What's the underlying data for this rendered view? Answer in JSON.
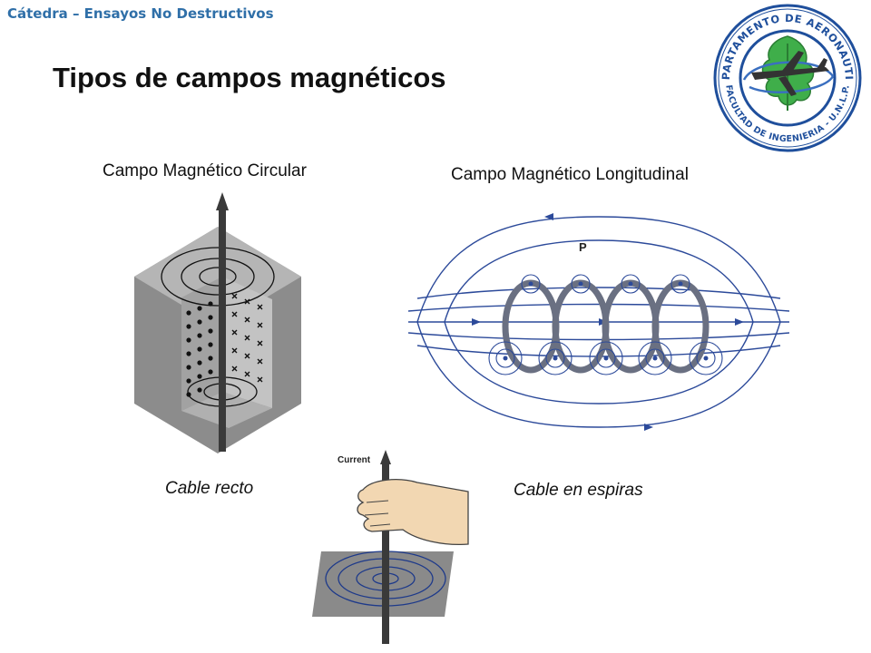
{
  "header": {
    "course": "Cátedra – Ensayos No Destructivos"
  },
  "slide": {
    "title": "Tipos de campos magnéticos"
  },
  "logo": {
    "ring_text_top": "DEPARTAMENTO DE AERONAUTICA",
    "ring_text_bottom": "FACULTAD DE INGENIERIA - U.N.L.P.",
    "colors": {
      "ring": "#1f4f9c",
      "leaf": "#3fae4a",
      "plane": "#333333"
    }
  },
  "figures": {
    "circular": {
      "label": "Campo Magnético Circular",
      "caption": "Cable recto"
    },
    "longitudinal": {
      "label": "Campo Magnético Longitudinal",
      "caption": "Cable en espiras",
      "point_label": "P"
    },
    "hand": {
      "label": "Current"
    }
  },
  "colors": {
    "field_lines": "#2c4a9a",
    "header_text": "#2f6fa8"
  }
}
